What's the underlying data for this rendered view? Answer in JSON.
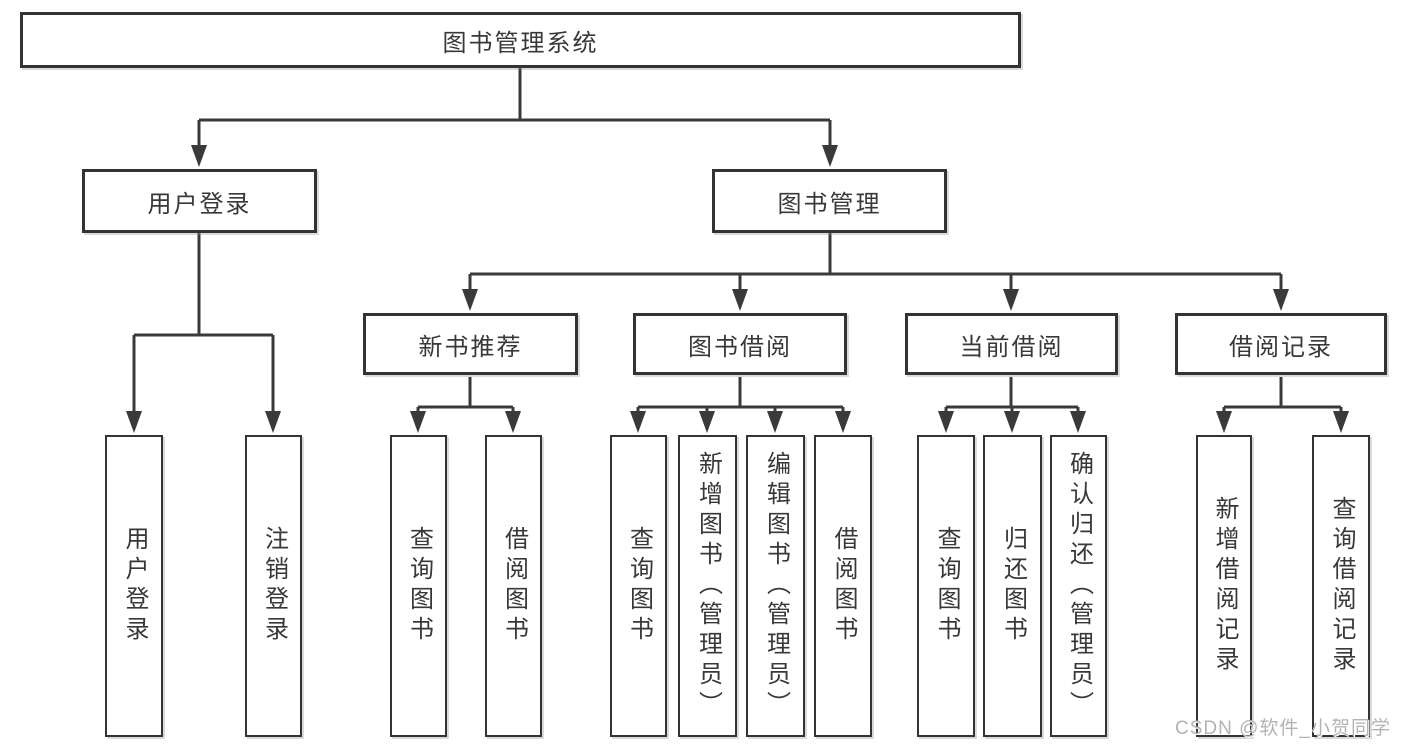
{
  "diagram": {
    "type": "tree",
    "title": "图书管理系统",
    "nodes": {
      "root": {
        "label": "图书管理系统"
      },
      "user_login": {
        "label": "用户登录"
      },
      "book_management": {
        "label": "图书管理"
      },
      "new_book_recommendation": {
        "label": "新书推荐"
      },
      "book_borrowing": {
        "label": "图书借阅"
      },
      "current_borrowing": {
        "label": "当前借阅"
      },
      "borrowing_records": {
        "label": "借阅记录"
      },
      "leaf_user_login": {
        "label": "用户登录"
      },
      "leaf_logout": {
        "label": "注销登录"
      },
      "leaf_recommend_query_books": {
        "label": "查询图书"
      },
      "leaf_recommend_borrow_books": {
        "label": "借阅图书"
      },
      "leaf_borrowing_query_books": {
        "label": "查询图书"
      },
      "leaf_borrowing_add_books": {
        "label": "新增图书（管理员）"
      },
      "leaf_borrowing_edit_books": {
        "label": "编辑图书（管理员）"
      },
      "leaf_borrowing_borrow_books": {
        "label": "借阅图书"
      },
      "leaf_current_query_books": {
        "label": "查询图书"
      },
      "leaf_current_return_books": {
        "label": "归还图书"
      },
      "leaf_current_confirm_return": {
        "label": "确认归还（管理员）"
      },
      "leaf_records_add_record": {
        "label": "新增借阅记录"
      },
      "leaf_records_query_record": {
        "label": "查询借阅记录"
      }
    },
    "edges": [
      [
        "图书管理系统",
        "用户登录"
      ],
      [
        "图书管理系统",
        "图书管理"
      ],
      [
        "用户登录",
        "用户登录"
      ],
      [
        "用户登录",
        "注销登录"
      ],
      [
        "图书管理",
        "新书推荐"
      ],
      [
        "图书管理",
        "图书借阅"
      ],
      [
        "图书管理",
        "当前借阅"
      ],
      [
        "图书管理",
        "借阅记录"
      ],
      [
        "新书推荐",
        "查询图书"
      ],
      [
        "新书推荐",
        "借阅图书"
      ],
      [
        "图书借阅",
        "查询图书"
      ],
      [
        "图书借阅",
        "新增图书（管理员）"
      ],
      [
        "图书借阅",
        "编辑图书（管理员）"
      ],
      [
        "图书借阅",
        "借阅图书"
      ],
      [
        "当前借阅",
        "查询图书"
      ],
      [
        "当前借阅",
        "归还图书"
      ],
      [
        "当前借阅",
        "确认归还（管理员）"
      ],
      [
        "借阅记录",
        "新增借阅记录"
      ],
      [
        "借阅记录",
        "查询借阅记录"
      ]
    ],
    "colors": {
      "line": "#3a3a3a",
      "border": "#333333",
      "text": "#383838",
      "background": "#ffffff"
    }
  },
  "watermark": {
    "text": "CSDN @软件_小贺同学",
    "color": "#b3b3b3"
  }
}
